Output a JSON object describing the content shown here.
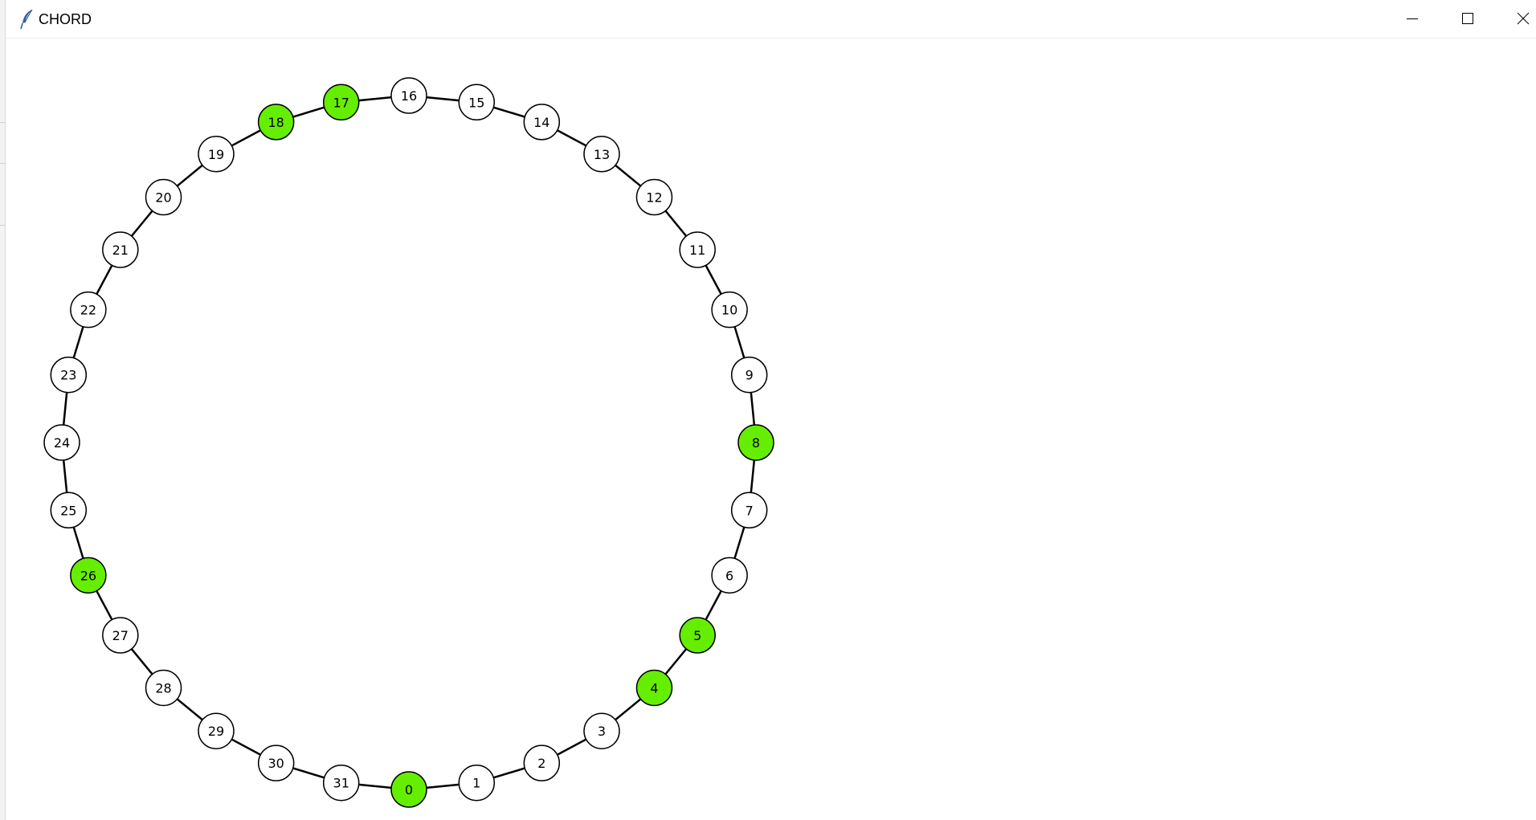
{
  "window": {
    "title": "CHORD",
    "app_icon": "feather-icon",
    "controls": {
      "minimize_icon": "minimize-icon",
      "maximize_icon": "maximize-icon",
      "close_icon": "close-icon"
    }
  },
  "ring": {
    "node_count": 32,
    "nodes": [
      "0",
      "1",
      "2",
      "3",
      "4",
      "5",
      "6",
      "7",
      "8",
      "9",
      "10",
      "11",
      "12",
      "13",
      "14",
      "15",
      "16",
      "17",
      "18",
      "19",
      "20",
      "21",
      "22",
      "23",
      "24",
      "25",
      "26",
      "27",
      "28",
      "29",
      "30",
      "31"
    ],
    "active_nodes": [
      "0",
      "4",
      "5",
      "8",
      "17",
      "18",
      "26"
    ],
    "colors": {
      "active_fill": "#66ee00",
      "inactive_fill": "#ffffff",
      "outline": "#000000",
      "ring_line": "#000000",
      "label": "#000000"
    }
  }
}
